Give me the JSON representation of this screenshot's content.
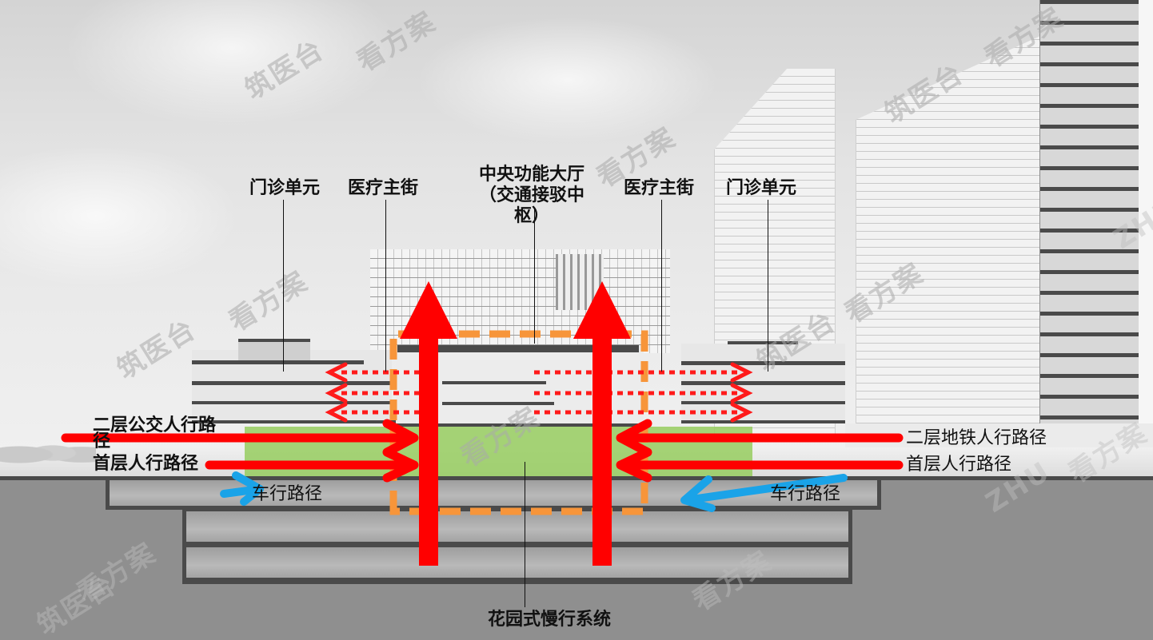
{
  "diagram": {
    "type": "architectural-section",
    "colors": {
      "pedestrian_path": "#ff0000",
      "vehicle_path": "#1aa3e8",
      "hub_boundary": "#f7953a",
      "garden_system": "#96cd5f",
      "slab": "#4a4a4a",
      "underground": "#8f8f8f",
      "label_text": "#111111"
    },
    "labels": {
      "outpatient_unit_left": "门诊单元",
      "medical_street_left": "医疗主街",
      "central_hall_line1": "中央功能大厅",
      "central_hall_line2": "（交通接驳中",
      "central_hall_line3": "枢）",
      "medical_street_right": "医疗主街",
      "outpatient_unit_right": "门诊单元",
      "bus_pedestrian_2f_line1": "二层公交人行路",
      "bus_pedestrian_2f_line2": "径",
      "ground_pedestrian_left": "首层人行路径",
      "vehicle_left": "车行路径",
      "metro_pedestrian_2f": "二层地铁人行路径",
      "ground_pedestrian_right": "首层人行路径",
      "vehicle_right": "车行路径",
      "garden_slow_system": "花园式慢行系统"
    },
    "legend_semantics": {
      "solid_red_arrow": "pedestrian path",
      "dotted_red_arrow": "upper-floor pedestrian distribution",
      "blue_arrow": "vehicle path",
      "orange_dashed_box": "central transport hub boundary",
      "green_zone": "garden slow-traffic system"
    },
    "watermarks": [
      "筑医台",
      "看方案",
      "ZHU"
    ]
  }
}
